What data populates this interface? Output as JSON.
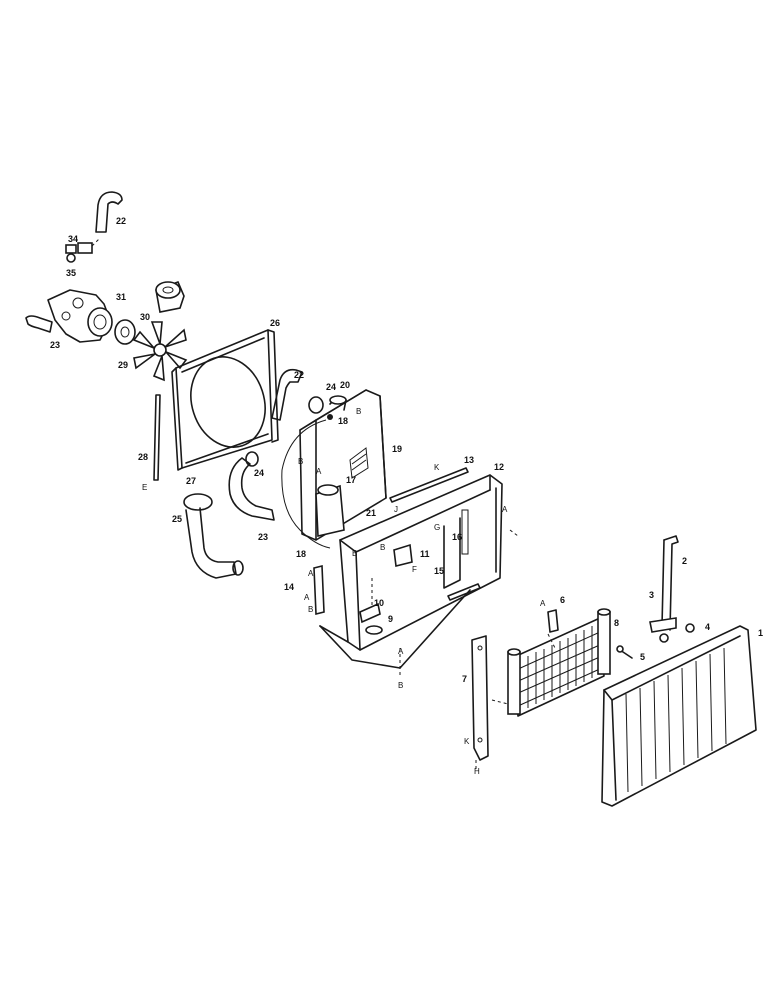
{
  "parts": [
    "1",
    "2",
    "3",
    "4",
    "5",
    "6",
    "7",
    "8",
    "9",
    "10",
    "11",
    "12",
    "13",
    "14",
    "15",
    "16",
    "17",
    "18",
    "19",
    "20",
    "21",
    "22",
    "23",
    "24",
    "25",
    "26",
    "27",
    "28",
    "29",
    "30",
    "31",
    "34",
    "35"
  ],
  "letters": [
    "A",
    "B",
    "E",
    "F",
    "G",
    "H",
    "J",
    "K"
  ]
}
